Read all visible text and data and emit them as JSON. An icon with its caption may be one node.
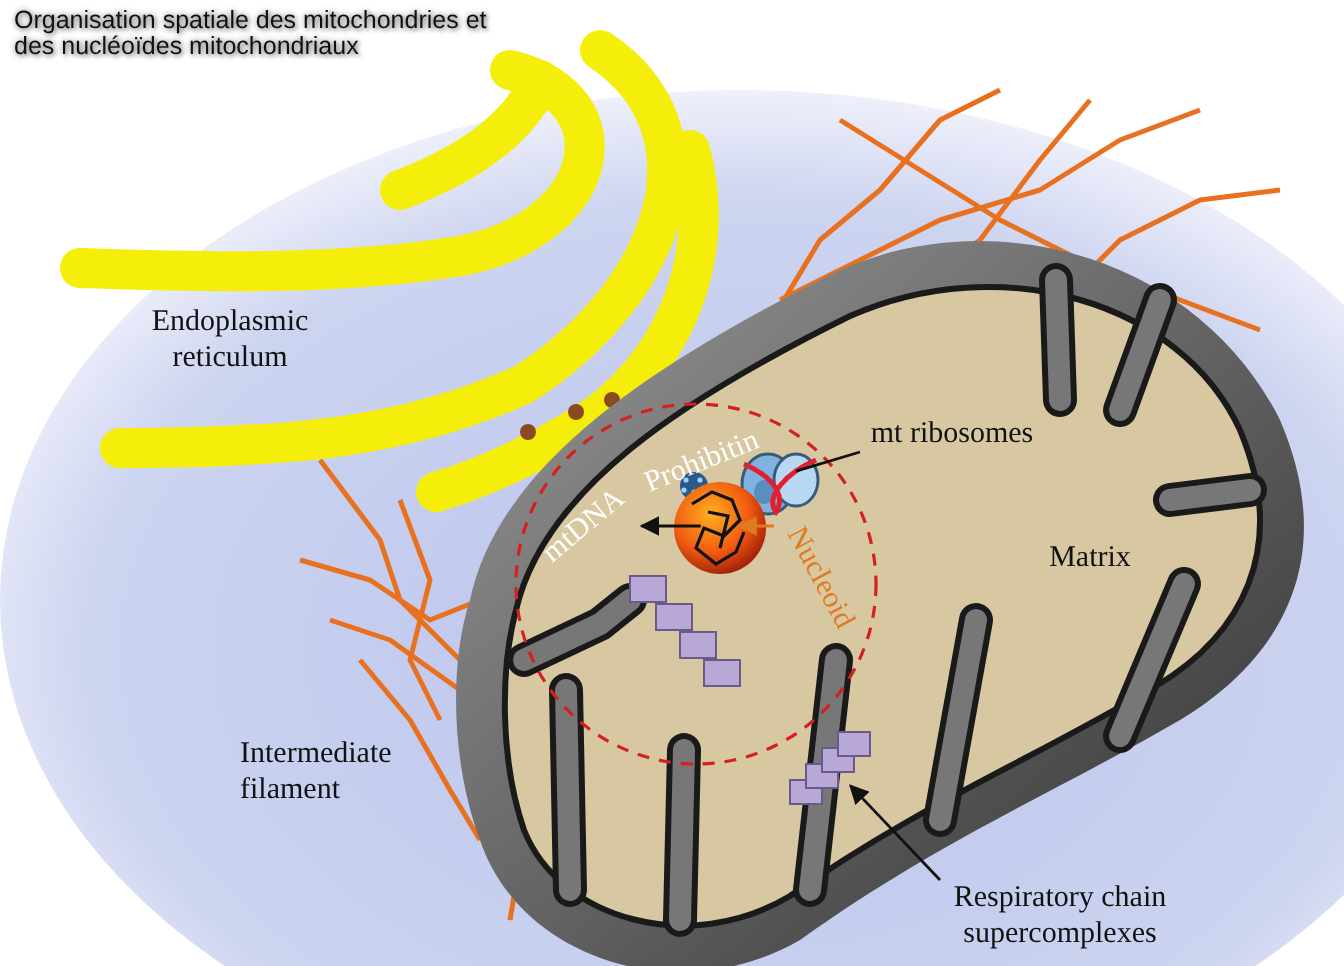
{
  "diagram": {
    "title": "Organisation spatiale des mitochondries et des nucléoïdes mitochondriaux",
    "nodes": [
      {
        "text": [
          "mt ribosomes"
        ]
      },
      {
        "text": [],
        "shape": "picture"
      },
      {
        "text": [
          "mtDNA"
        ]
      },
      {
        "text": [],
        "shape": "picture"
      },
      {
        "text": [
          "Nucleoid"
        ]
      },
      {
        "text": [
          "Respiratory chain supercomplexes"
        ]
      },
      {
        "text": [],
        "shape": "picture"
      }
    ],
    "edges": [
      {
        "from": 0,
        "to": 1,
        "arrow": "none"
      },
      {
        "from": 3,
        "to": 2,
        "arrow": "to"
      },
      {
        "from": 4,
        "to": 3,
        "arrow": "to",
        "color": "#e07a20"
      },
      {
        "from": 5,
        "to": 6,
        "arrow": "to"
      }
    ],
    "labels": [
      "Endoplasmic reticulum",
      "Intermediate filament",
      "Matrix",
      "Prohibitin"
    ]
  }
}
